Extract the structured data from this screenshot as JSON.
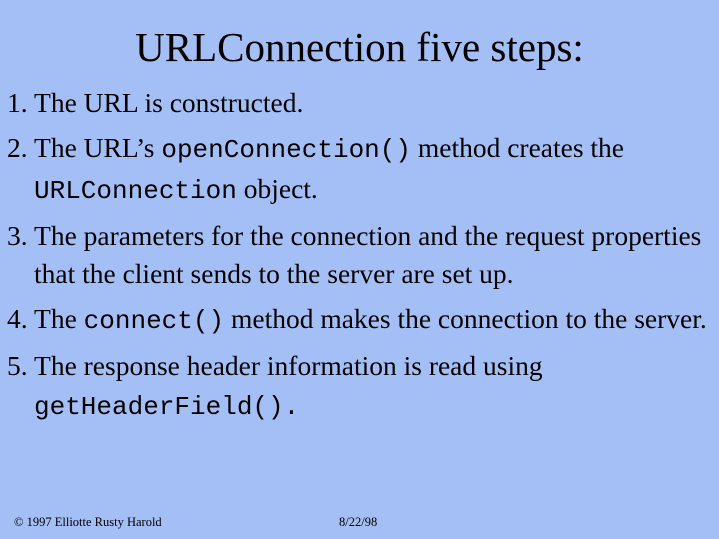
{
  "slide": {
    "title": "URLConnection five steps:",
    "steps": [
      {
        "number": "1.",
        "text_1": "The URL is constructed."
      },
      {
        "number": "2.",
        "text_1": "The URL’s",
        "code_1": "openConnection()",
        "text_2": "method creates the",
        "code_2": "URLConnection",
        "text_3": "object."
      },
      {
        "number": "3.",
        "text_1": "The parameters for the connection and the request properties that the client sends to the server are set up."
      },
      {
        "number": "4.",
        "text_1": "The",
        "code_1": "connect()",
        "text_2": "method makes the connection to the server."
      },
      {
        "number": "5.",
        "text_1": "The response header information is read using",
        "code_1": "getHeaderField()."
      }
    ],
    "footer": {
      "copyright": "© 1997 Elliotte  Rusty Harold",
      "date": "8/22/98"
    }
  },
  "colors": {
    "background": "#a4bff6",
    "text": "#000000"
  }
}
